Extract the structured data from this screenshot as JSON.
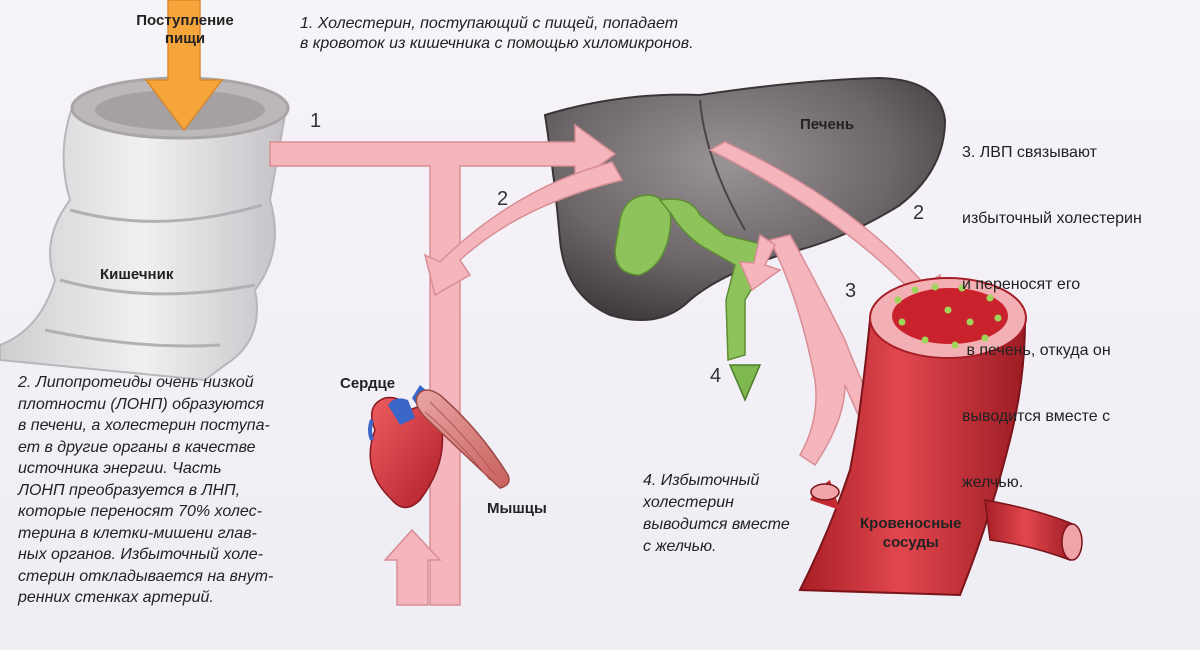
{
  "labels": {
    "food_intake": [
      "Поступление",
      "пищи"
    ],
    "intestine": "Кишечник",
    "liver": "Печень",
    "heart": "Сердце",
    "muscles": "Мышцы",
    "vessels": [
      "Кровеносные",
      "сосуды"
    ]
  },
  "numbers": {
    "n1": "1",
    "n2_left": "2",
    "n2_right": "2",
    "n3": "3",
    "n4": "4"
  },
  "notes": {
    "note1": [
      "1. Холестерин, поступающий с пищей, попадает",
      "в кровоток из кишечника с помощью хиломикронов."
    ],
    "note2": [
      "2. Липопротеиды очень низкой",
      "плотности (ЛОНП) образуются",
      "в печени, а холестерин поступа-",
      "ет в другие органы в качестве",
      "источника энергии. Часть",
      "ЛОНП преобразуется в ЛНП,",
      "которые переносят 70% холес-",
      "терина в клетки-мишени глав-",
      "ных органов. Избыточный холе-",
      "стерин откладывается на внут-",
      "ренних стенках артерий."
    ],
    "note3": [
      "3. ЛВП связывают",
      "избыточный холестерин",
      "и переносят его",
      " в печень, откуда он",
      "выводится вместе с",
      "желчью."
    ],
    "note4": [
      "4. Избыточный",
      "холестерин",
      "выводится вместе",
      "с желчью."
    ]
  },
  "colors": {
    "arrow_pink": "#f4b6bc",
    "arrow_orange": "#f5a53a",
    "liver": "#6d6669",
    "gallbladder": "#8ec25a",
    "vessel": "#d8343c",
    "intestine": "#e4e2e3"
  }
}
